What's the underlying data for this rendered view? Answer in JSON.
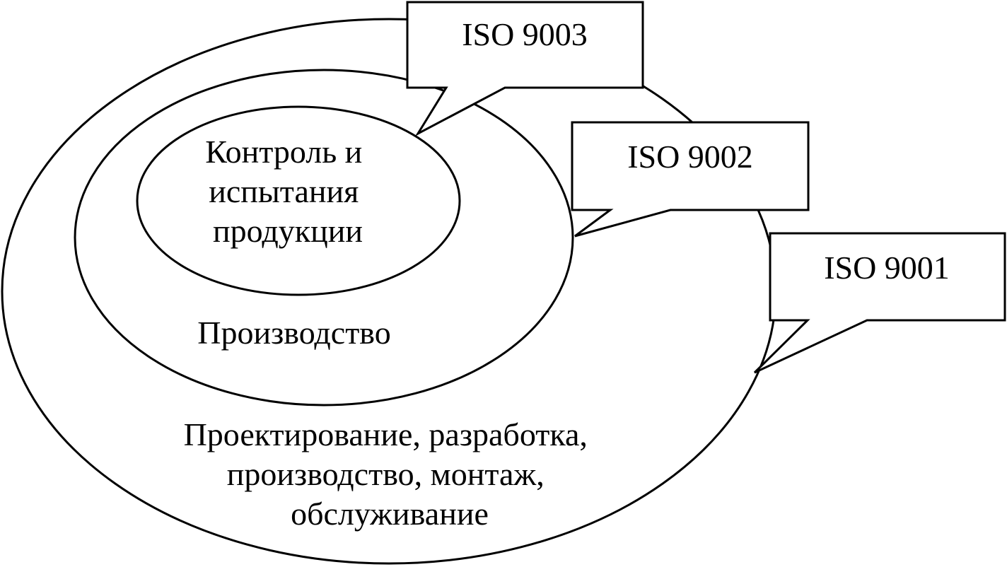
{
  "diagram": {
    "zones": {
      "inner": {
        "lines": [
          "Контроль и",
          "испытания",
          "продукции"
        ]
      },
      "middle": {
        "lines": [
          "Производство"
        ]
      },
      "outer": {
        "lines": [
          "Проектирование, разработка,",
          "производство, монтаж,",
          "обслуживание"
        ]
      }
    },
    "callouts": {
      "iso9003": "ISO 9003",
      "iso9002": "ISO 9002",
      "iso9001": "ISO 9001"
    }
  }
}
